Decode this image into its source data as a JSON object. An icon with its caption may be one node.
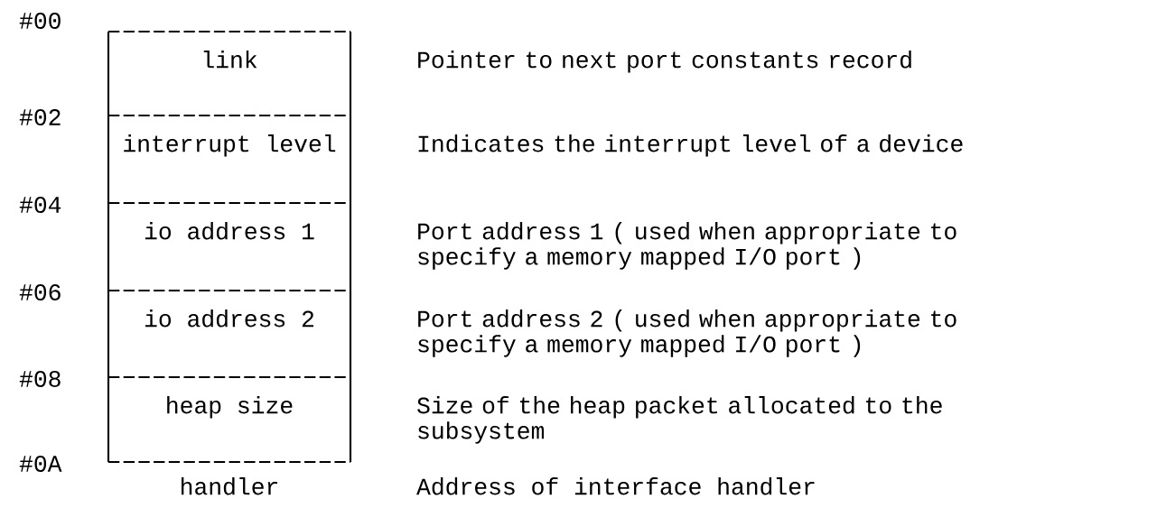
{
  "diagram": {
    "nodes": [
      {
        "text": [
          "link"
        ],
        "beside": [
          "Pointer to next port constants record"
        ]
      },
      {
        "text": [
          "interrupt level"
        ],
        "beside": [
          "Indicates the interrupt level of a device"
        ]
      },
      {
        "text": [
          "io address 1"
        ],
        "beside": [
          "Port address 1 ( used when appropriate to specify a memory mapped I/O port )"
        ]
      },
      {
        "text": [
          "io address 2"
        ],
        "beside": [
          "Port address 2 ( used when appropriate to specify a memory mapped I/O port )"
        ]
      },
      {
        "text": [
          "heap size"
        ],
        "beside": [
          "Size of the heap packet allocated to the subsystem"
        ]
      }
    ],
    "labels": [
      "#00",
      "#02",
      "#04",
      "#06",
      "#08",
      "#0A",
      "handler",
      "Address of interface handler"
    ]
  }
}
